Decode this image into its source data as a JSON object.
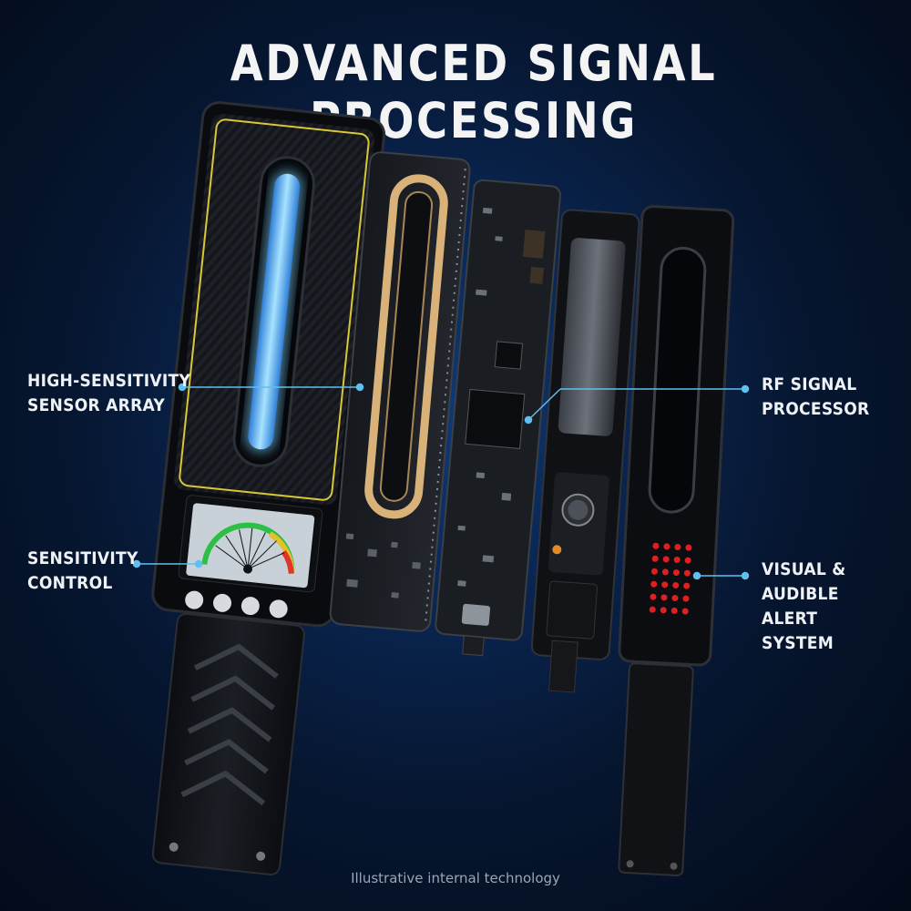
{
  "title": "ADVANCED SIGNAL PROCESSING",
  "callouts": {
    "sensor_array": [
      "HIGH-SENSITIVITY",
      "SENSOR ARRAY"
    ],
    "sensitivity_control": [
      "SENSITIVITY",
      "CONTROL"
    ],
    "rf_processor": [
      "RF SIGNAL",
      "PROCESSOR"
    ],
    "alert_system": [
      "VISUAL &",
      "AUDIBLE ALERT",
      "SYSTEM"
    ]
  },
  "caption": "Illustrative internal technology",
  "colors": {
    "background": "#061630",
    "accent_blue": "#35a8ff",
    "glow_cyan": "#7fd6ff",
    "trim_yellow": "#d9c832",
    "copper": "#d9b27a",
    "led_red": "#e02020",
    "leader_line": "#5fbff0"
  },
  "icons": [
    "gauge-icon",
    "button-icon",
    "chevron-icon",
    "led-icon"
  ]
}
